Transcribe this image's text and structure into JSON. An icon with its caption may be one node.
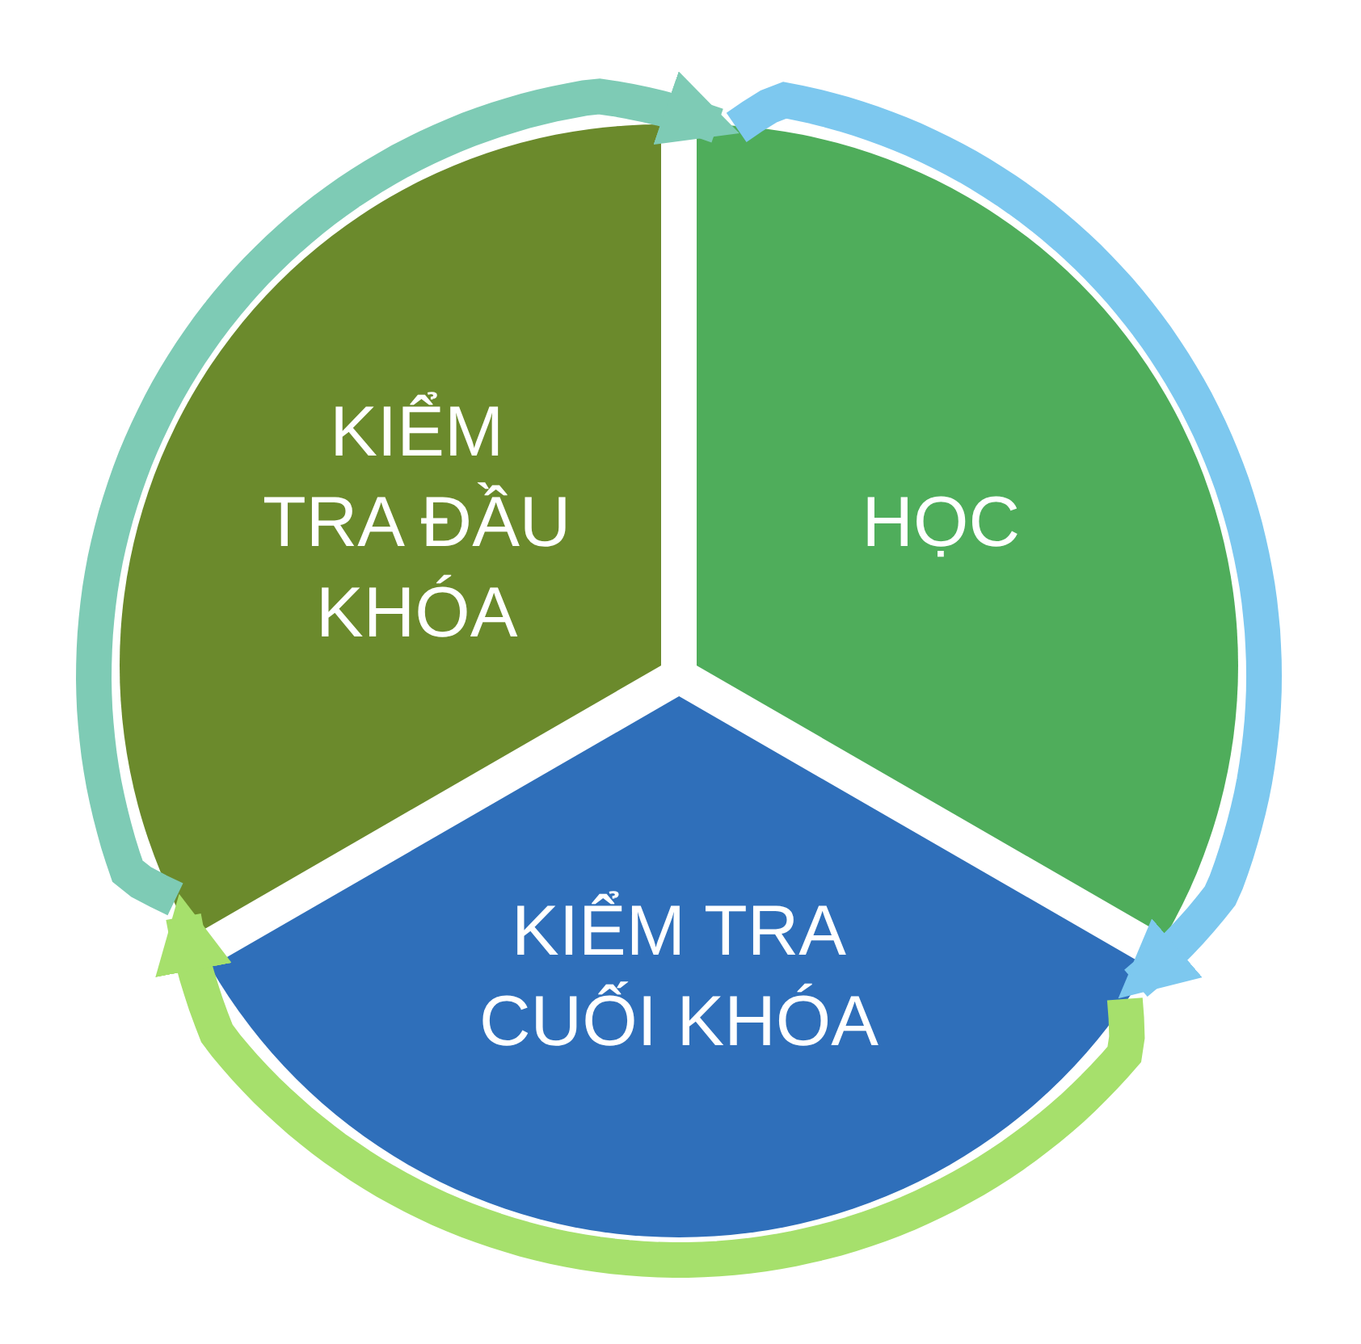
{
  "diagram": {
    "nodes": [
      {
        "text": [
          "KIỂM TRA ĐẦU KHÓA"
        ]
      },
      {
        "text": [
          "HỌC"
        ]
      },
      {
        "text": [
          "KIỂM TRA CUỐI KHÓA"
        ]
      }
    ],
    "edges": [
      {
        "from": 0,
        "to": 1,
        "arrow": "to",
        "color": "#7ecbb5"
      },
      {
        "from": 1,
        "to": 2,
        "arrow": "to",
        "color": "#7dc8ef"
      },
      {
        "from": 2,
        "to": 0,
        "arrow": "to",
        "color": "#a6e06c"
      }
    ]
  }
}
